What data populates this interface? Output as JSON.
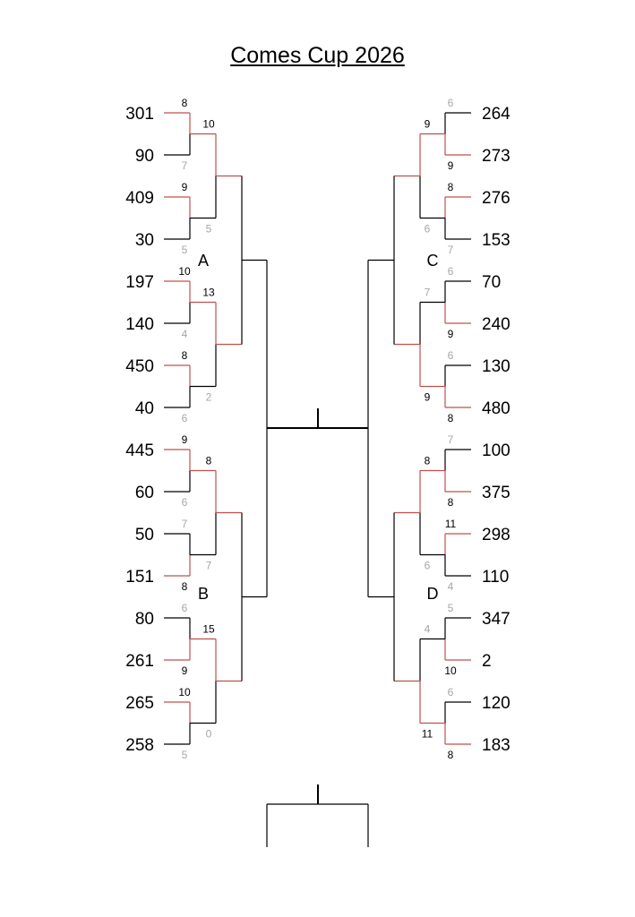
{
  "title": "Comes Cup 2026",
  "colors": {
    "win_line": "#c0504d",
    "line": "#000000",
    "win_score": "#000000",
    "lose_score": "#a6a6a6"
  },
  "regions": {
    "A": "A",
    "B": "B",
    "C": "C",
    "D": "D"
  },
  "left": {
    "round1": [
      {
        "team": "301",
        "score": "8",
        "win": true
      },
      {
        "team": "90",
        "score": "7",
        "win": false
      },
      {
        "team": "409",
        "score": "9",
        "win": true
      },
      {
        "team": "30",
        "score": "5",
        "win": false
      },
      {
        "team": "197",
        "score": "10",
        "win": true
      },
      {
        "team": "140",
        "score": "4",
        "win": false
      },
      {
        "team": "450",
        "score": "8",
        "win": true
      },
      {
        "team": "40",
        "score": "6",
        "win": false
      },
      {
        "team": "445",
        "score": "9",
        "win": true
      },
      {
        "team": "60",
        "score": "6",
        "win": false
      },
      {
        "team": "50",
        "score": "7",
        "win": false
      },
      {
        "team": "151",
        "score": "8",
        "win": true
      },
      {
        "team": "80",
        "score": "6",
        "win": false
      },
      {
        "team": "261",
        "score": "9",
        "win": true
      },
      {
        "team": "265",
        "score": "10",
        "win": true
      },
      {
        "team": "258",
        "score": "5",
        "win": false
      }
    ],
    "round2": [
      {
        "score": "10",
        "win": true
      },
      {
        "score": "5",
        "win": false
      },
      {
        "score": "13",
        "win": true
      },
      {
        "score": "2",
        "win": false
      },
      {
        "score": "8",
        "win": true
      },
      {
        "score": "7",
        "win": false
      },
      {
        "score": "15",
        "win": true
      },
      {
        "score": "0",
        "win": false
      }
    ]
  },
  "right": {
    "round1": [
      {
        "team": "264",
        "score": "6",
        "win": false
      },
      {
        "team": "273",
        "score": "9",
        "win": true
      },
      {
        "team": "276",
        "score": "8",
        "win": true
      },
      {
        "team": "153",
        "score": "7",
        "win": false
      },
      {
        "team": "70",
        "score": "6",
        "win": false
      },
      {
        "team": "240",
        "score": "9",
        "win": true
      },
      {
        "team": "130",
        "score": "6",
        "win": false
      },
      {
        "team": "480",
        "score": "8",
        "win": true
      },
      {
        "team": "100",
        "score": "7",
        "win": false
      },
      {
        "team": "375",
        "score": "8",
        "win": true
      },
      {
        "team": "298",
        "score": "11",
        "win": true
      },
      {
        "team": "110",
        "score": "4",
        "win": false
      },
      {
        "team": "347",
        "score": "5",
        "win": false
      },
      {
        "team": "2",
        "score": "10",
        "win": true
      },
      {
        "team": "120",
        "score": "6",
        "win": false
      },
      {
        "team": "183",
        "score": "8",
        "win": true
      }
    ],
    "round2": [
      {
        "score": "9",
        "win": true
      },
      {
        "score": "6",
        "win": false
      },
      {
        "score": "7",
        "win": false
      },
      {
        "score": "9",
        "win": true
      },
      {
        "score": "8",
        "win": true
      },
      {
        "score": "6",
        "win": false
      },
      {
        "score": "4",
        "win": false
      },
      {
        "score": "11",
        "win": true
      }
    ]
  }
}
